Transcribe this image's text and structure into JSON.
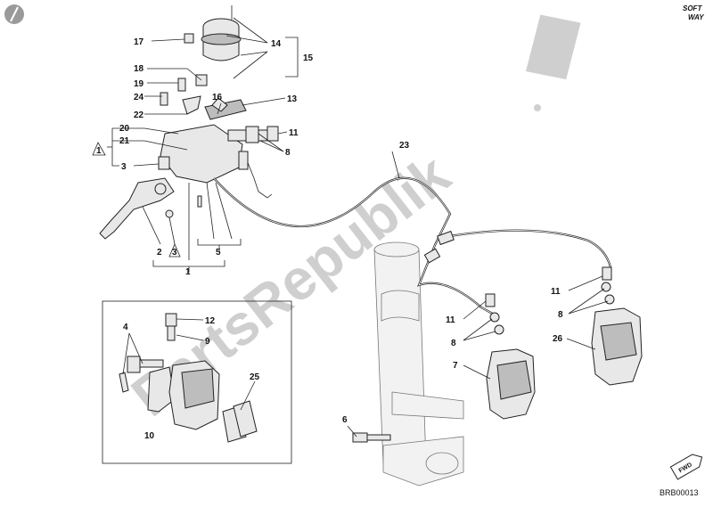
{
  "diagram": {
    "watermark": "PartsRepublik",
    "top_right_logo": [
      "SOFT",
      "WAY"
    ],
    "diagram_code": "BRB00013",
    "fwd_label": "FWD",
    "callouts": {
      "c17": "17",
      "c14": "14",
      "c15": "15",
      "c18": "18",
      "c19": "19",
      "c16": "16",
      "c13": "13",
      "c24": "24",
      "c22": "22",
      "c20": "20",
      "c21": "21",
      "c1_circle": "1",
      "c3": "3",
      "c11a": "11",
      "c8a": "8",
      "c23": "23",
      "c2": "2",
      "c3_circle": "3",
      "c5": "5",
      "c1": "1",
      "c4": "4",
      "c12": "12",
      "c9": "9",
      "c25": "25",
      "c10": "10",
      "c11b": "11",
      "c8b": "8",
      "c7": "7",
      "c11c": "11",
      "c8c": "8",
      "c26": "26",
      "c6": "6"
    },
    "colors": {
      "watermark": "#cfcfcf",
      "ink": "#222222"
    }
  }
}
